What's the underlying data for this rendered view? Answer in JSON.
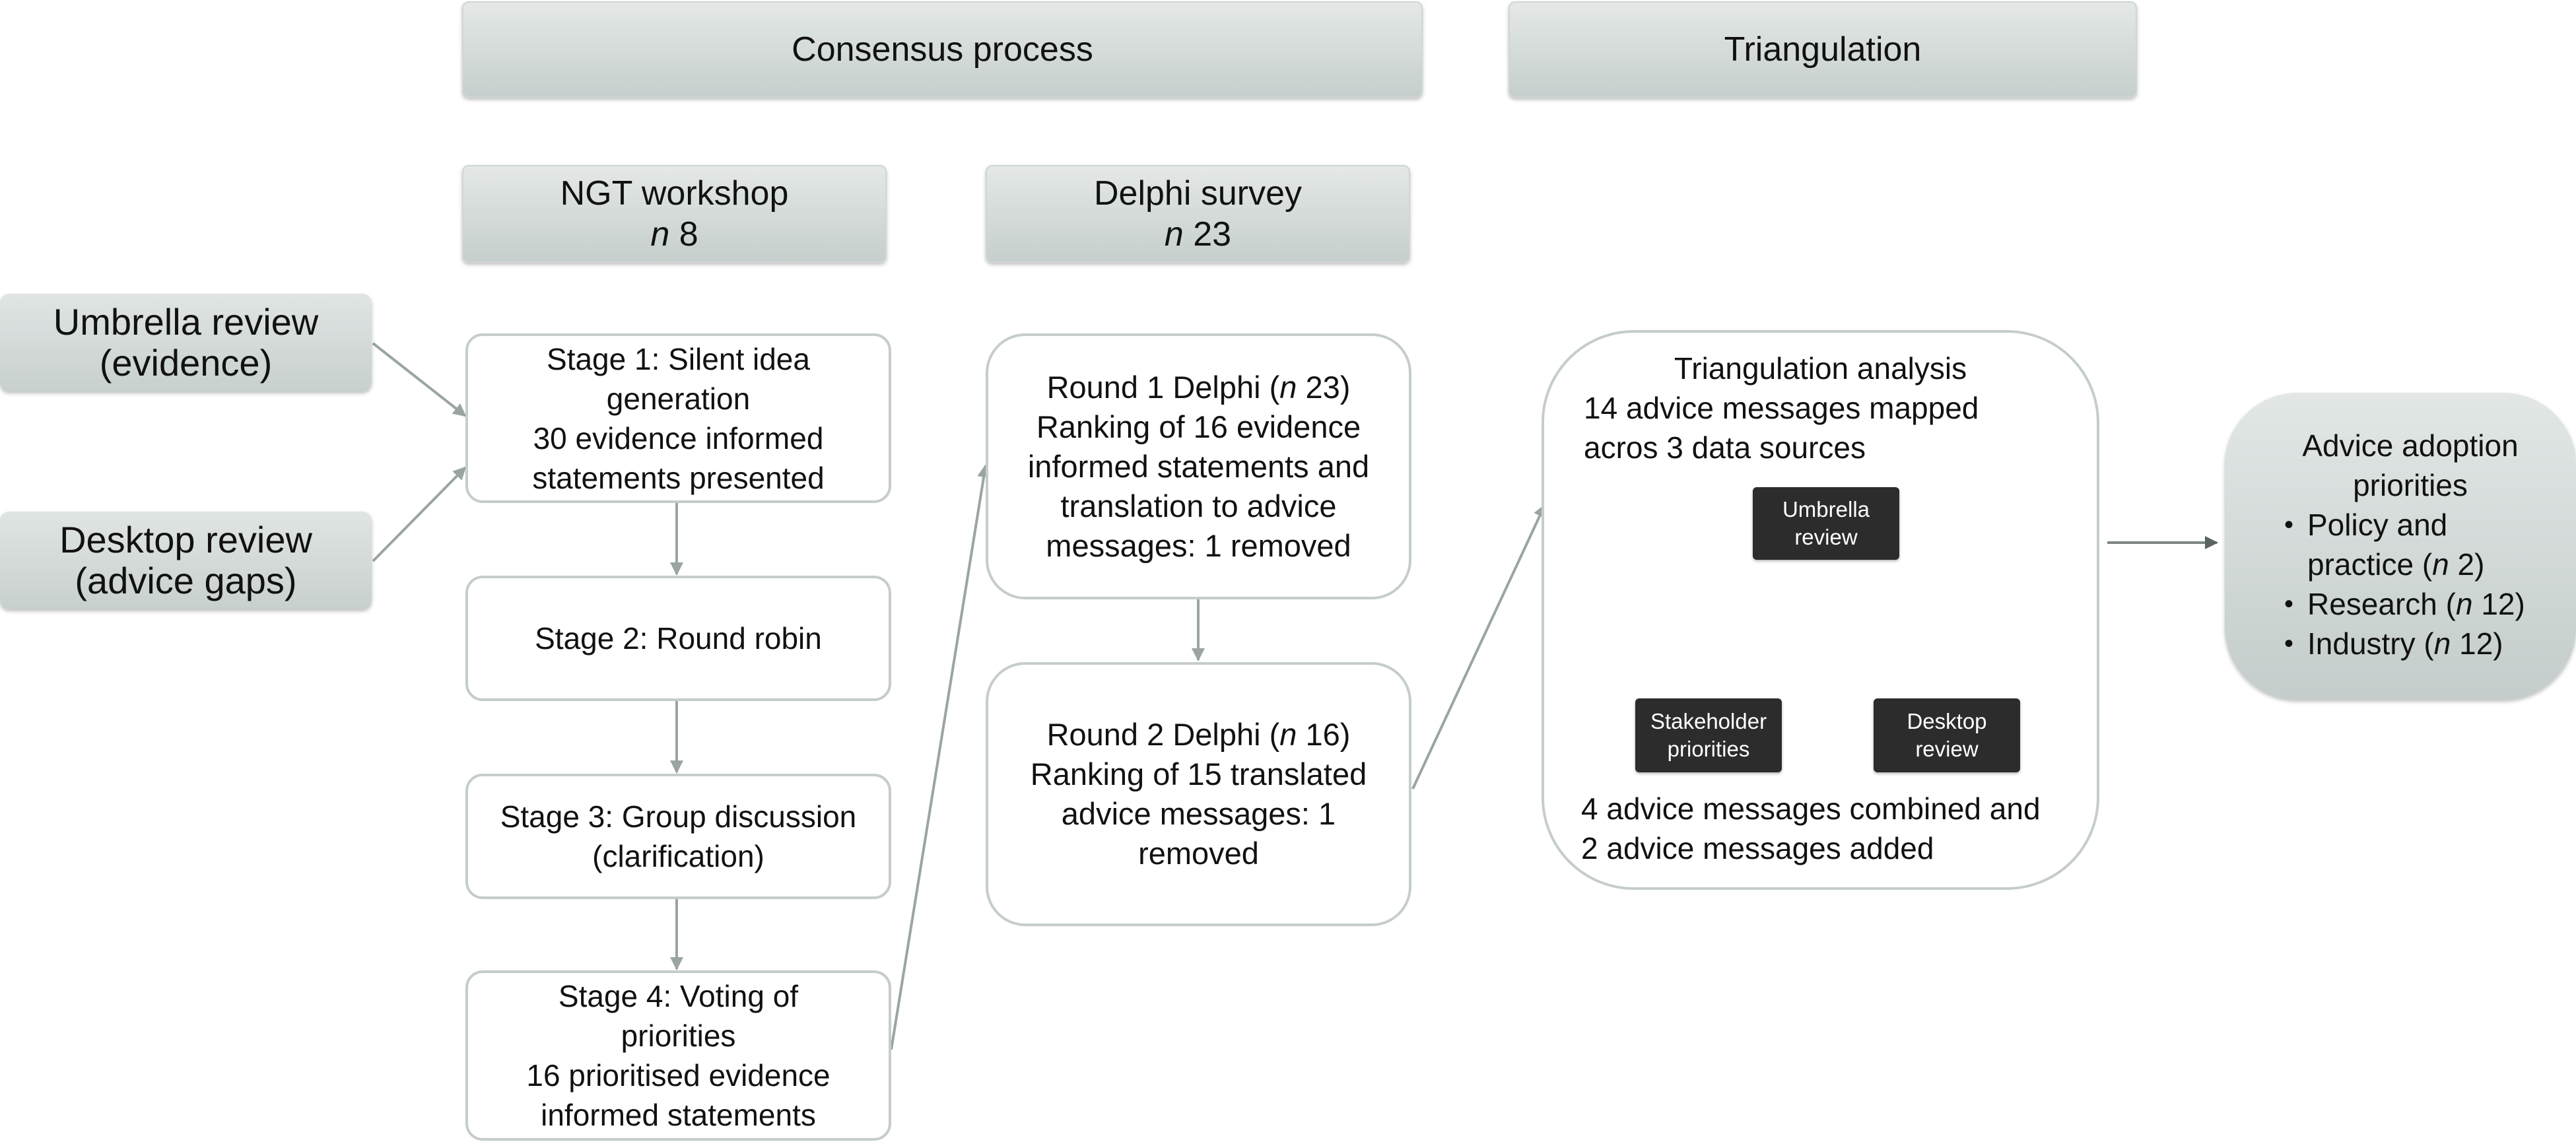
{
  "headers": {
    "consensus": "Consensus process",
    "triangulation": "Triangulation"
  },
  "ngt": {
    "title": "NGT workshop",
    "n_prefix": "n",
    "n_value": "8"
  },
  "delphi": {
    "title": "Delphi survey",
    "n_prefix": "n",
    "n_value": "23"
  },
  "inputs": {
    "umbrella": {
      "line1": "Umbrella review",
      "line2": "(evidence)"
    },
    "desktop": {
      "line1": "Desktop review",
      "line2": "(advice gaps)"
    }
  },
  "stages": {
    "s1": {
      "line1": "Stage 1: Silent idea",
      "line2": "generation",
      "line3": "30 evidence informed",
      "line4": "statements presented"
    },
    "s2": {
      "line1": "Stage 2: Round robin"
    },
    "s3": {
      "line1": "Stage 3: Group discussion",
      "line2": "(clarification)"
    },
    "s4": {
      "line1": "Stage 4: Voting of",
      "line2": "priorities",
      "line3": "16 prioritised evidence",
      "line4": "informed statements"
    }
  },
  "rounds": {
    "r1": {
      "title_pre": "Round 1 Delphi (",
      "n": "n",
      "num": " 23)",
      "line2": "Ranking of 16 evidence",
      "line3": "informed statements and",
      "line4": "translation to advice",
      "line5": "messages: 1 removed"
    },
    "r2": {
      "title_pre": "Round 2 Delphi (",
      "n": "n",
      "num": " 16)",
      "line2": "Ranking of 15 translated",
      "line3": "advice messages: 1",
      "line4": "removed"
    }
  },
  "triangulation": {
    "title": "Triangulation analysis",
    "line2": "14 advice messages mapped",
    "line3": "acros 3 data sources",
    "umbrella_l1": "Umbrella",
    "umbrella_l2": "review",
    "stakeholder_l1": "Stakeholder",
    "stakeholder_l2": "priorities",
    "desktop_l1": "Desktop",
    "desktop_l2": "review",
    "bottom1": "4 advice messages combined and",
    "bottom2": "2 advice messages added"
  },
  "result": {
    "title1": "Advice adoption",
    "title2": "priorities",
    "items": [
      {
        "pre": "Policy and",
        "pre2": "practice (",
        "n": "n",
        "post": " 2)"
      },
      {
        "pre": "Research (",
        "n": "n",
        "post": " 12)"
      },
      {
        "pre": "Industry (",
        "n": "n",
        "post": " 12)"
      }
    ]
  },
  "colors": {
    "box_border": "#c5cdcb",
    "header_fill": "#d3dad8",
    "dark_node": "#2c2c2c",
    "arrow": "#9aa5a3"
  }
}
